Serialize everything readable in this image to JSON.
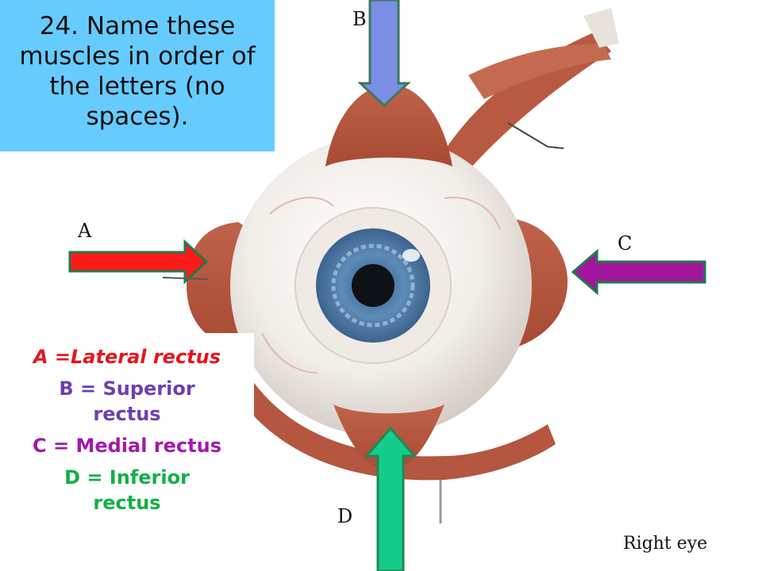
{
  "question": "24. Name these muscles in order of the letters (no spaces).",
  "labels": {
    "a": "A",
    "b": "B",
    "c": "C",
    "d": "D"
  },
  "answers": {
    "a": "A =Lateral rectus",
    "b": "B = Superior rectus",
    "c": "C = Medial rectus",
    "d": "D = Inferior rectus"
  },
  "caption": "Right eye",
  "colors": {
    "question_bg": "#66ccff",
    "arrow_a": "#ff1a1a",
    "arrow_b": "#7b8ee6",
    "arrow_c": "#a3179e",
    "arrow_d": "#16cc8c",
    "answer_a": "#e8141d",
    "answer_b": "#6d3fb0",
    "answer_c": "#a21aa8",
    "answer_d": "#12b044"
  }
}
